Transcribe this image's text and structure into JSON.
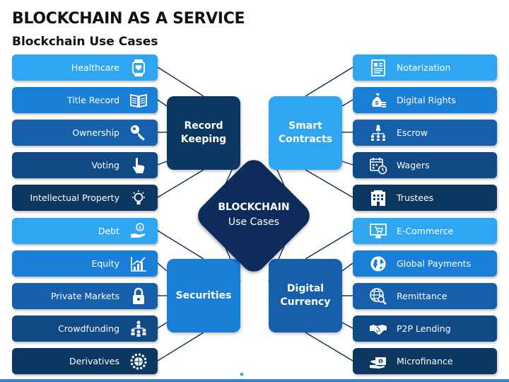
{
  "title": "BLOCKCHAIN AS A SERVICE",
  "subtitle": "Blockchain Use Cases",
  "center": {
    "line1": "BLOCKCHAIN",
    "line2": "Use Cases"
  },
  "hubs": {
    "record_keeping": "Record\nKeeping",
    "smart_contracts": "Smart\nContracts",
    "securities": "Securities",
    "digital_currency": "Digital\nCurrency"
  },
  "left_top": [
    {
      "label": "Healthcare",
      "icon": "smartwatch-heart-icon"
    },
    {
      "label": "Title Record",
      "icon": "open-book-icon"
    },
    {
      "label": "Ownership",
      "icon": "key-icon"
    },
    {
      "label": "Voting",
      "icon": "hand-pointer-icon"
    },
    {
      "label": "Intellectual Property",
      "icon": "lightbulb-icon"
    }
  ],
  "left_bottom": [
    {
      "label": "Debt",
      "icon": "hand-coin-icon"
    },
    {
      "label": "Equity",
      "icon": "growth-chart-icon"
    },
    {
      "label": "Private Markets",
      "icon": "padlock-icon"
    },
    {
      "label": "Crowdfunding",
      "icon": "people-network-icon"
    },
    {
      "label": "Derivatives",
      "icon": "globe-gear-icon"
    }
  ],
  "right_top": [
    {
      "label": "Notarization",
      "icon": "document-icon"
    },
    {
      "label": "Digital Rights",
      "icon": "money-bag-icon"
    },
    {
      "label": "Escrow",
      "icon": "org-chart-icon"
    },
    {
      "label": "Wagers",
      "icon": "calendar-clock-icon"
    },
    {
      "label": "Trustees",
      "icon": "building-icon"
    }
  ],
  "right_bottom": [
    {
      "label": "E-Commerce",
      "icon": "monitor-cart-icon"
    },
    {
      "label": "Global Payments",
      "icon": "globe-icon"
    },
    {
      "label": "Remittance",
      "icon": "globe-search-icon"
    },
    {
      "label": "P2P Lending",
      "icon": "handshake-icon"
    },
    {
      "label": "Microfinance",
      "icon": "hand-cash-icon"
    }
  ],
  "colors": {
    "shade_1": "#2ea6f2",
    "shade_2": "#1a7fd6",
    "shade_3": "#165fab",
    "shade_4": "#0f4a87",
    "shade_5": "#0b3760",
    "center": "#0d2c5c",
    "connector": "#0d2c5c"
  }
}
